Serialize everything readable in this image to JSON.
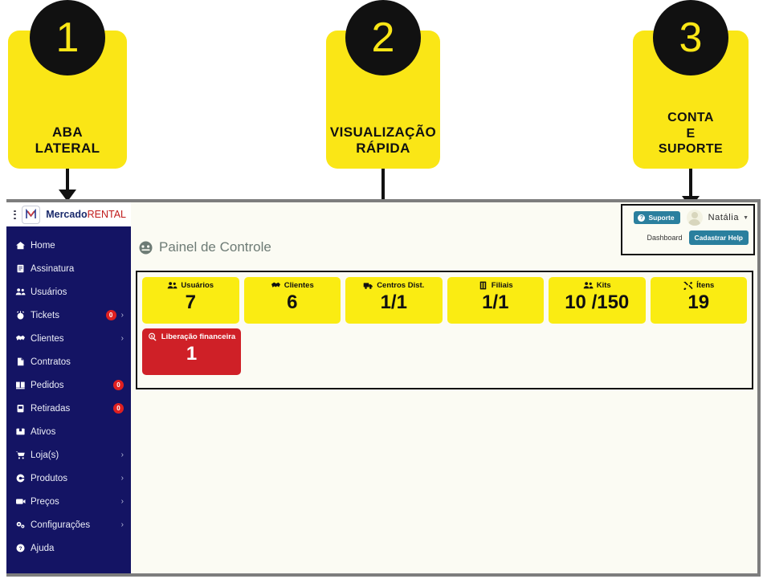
{
  "annotations": [
    {
      "number": "1",
      "label": "ABA\nLATERAL",
      "line1": "ABA",
      "line2": "LATERAL",
      "line3": ""
    },
    {
      "number": "2",
      "label": "VISUALIZAÇÃO\nRÁPIDA",
      "line1": "VISUALIZAÇÃO",
      "line2": "RÁPIDA",
      "line3": ""
    },
    {
      "number": "3",
      "label": "CONTA\nE\nSUPORTE",
      "line1": "CONTA",
      "line2": "E",
      "line3": "SUPORTE"
    }
  ],
  "brand": {
    "logo_icon": "mercado-m-logo",
    "name_bold": "Mercado",
    "name_light": "RENTAL",
    "menu_icon": "hamburger-icon"
  },
  "sidebar": {
    "items": [
      {
        "icon": "home-icon",
        "label": "Home",
        "badge": "",
        "caret": false
      },
      {
        "icon": "file-icon",
        "label": "Assinatura",
        "badge": "",
        "caret": false
      },
      {
        "icon": "users-icon",
        "label": "Usuários",
        "badge": "",
        "caret": false
      },
      {
        "icon": "ticket-icon",
        "label": "Tickets",
        "badge": "0",
        "caret": true
      },
      {
        "icon": "handshake-icon",
        "label": "Clientes",
        "badge": "",
        "caret": true
      },
      {
        "icon": "contract-icon",
        "label": "Contratos",
        "badge": "",
        "caret": false
      },
      {
        "icon": "order-icon",
        "label": "Pedidos",
        "badge": "0",
        "caret": false
      },
      {
        "icon": "calendar-icon",
        "label": "Retiradas",
        "badge": "0",
        "caret": false
      },
      {
        "icon": "box-icon",
        "label": "Ativos",
        "badge": "",
        "caret": false
      },
      {
        "icon": "cart-icon",
        "label": "Loja(s)",
        "badge": "",
        "caret": true
      },
      {
        "icon": "product-icon",
        "label": "Produtos",
        "badge": "",
        "caret": true
      },
      {
        "icon": "price-tag-icon",
        "label": "Preços",
        "badge": "",
        "caret": true
      },
      {
        "icon": "gears-icon",
        "label": "Configurações",
        "badge": "",
        "caret": true
      },
      {
        "icon": "help-circle-icon",
        "label": "Ajuda",
        "badge": "",
        "caret": false
      }
    ]
  },
  "account": {
    "support_label": "Suporte",
    "support_icon": "question-circle-icon",
    "avatar_icon": "user-avatar-icon",
    "user_name": "Natália",
    "dropdown_icon": "chevron-down-icon",
    "dashboard_link": "Dashboard",
    "help_button": "Cadastrar Help"
  },
  "page": {
    "title": "Painel de Controle",
    "title_icon": "dashboard-gauge-icon"
  },
  "cards": [
    {
      "icon": "users-group-icon",
      "label": "Usuários",
      "value": "7",
      "color": "yellow"
    },
    {
      "icon": "handshake-icon",
      "label": "Clientes",
      "value": "6",
      "color": "yellow"
    },
    {
      "icon": "truck-icon",
      "label": "Centros Dist.",
      "value": "1/1",
      "color": "yellow"
    },
    {
      "icon": "building-icon",
      "label": "Filiais",
      "value": "1/1",
      "color": "yellow"
    },
    {
      "icon": "kits-icon",
      "label": "Kits",
      "value": "10 /150",
      "color": "yellow"
    },
    {
      "icon": "tools-icon",
      "label": "Ítens",
      "value": "19",
      "color": "yellow"
    }
  ],
  "cards_row2": [
    {
      "icon": "magnifier-dollar-icon",
      "label": "Liberação financeira",
      "value": "1",
      "color": "red"
    }
  ],
  "colors": {
    "sidebar_bg": "#141464",
    "accent_yellow": "#faec12",
    "callout_yellow": "#fae616",
    "danger_red": "#cf2027",
    "badge_red": "#e02020",
    "teal_button": "#2a7f9e",
    "content_bg": "#fbfbf3",
    "frame_gray": "#7d7d7d",
    "title_gray": "#6d7b75",
    "brand_blue": "#1a2a6c",
    "brand_red": "#c01a1a"
  }
}
